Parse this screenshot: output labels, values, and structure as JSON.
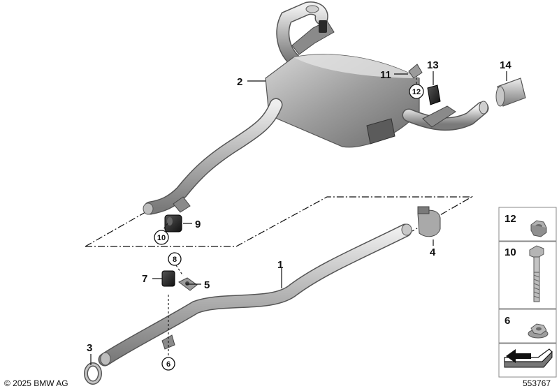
{
  "callouts": {
    "p1": "1",
    "p2": "2",
    "p3": "3",
    "p4": "4",
    "p5": "5",
    "p6": "6",
    "p7": "7",
    "p8": "8",
    "p9": "9",
    "p10": "10",
    "p11": "11",
    "p12": "12",
    "p13": "13",
    "p14": "14"
  },
  "legend": {
    "items": [
      {
        "number": "12",
        "part": "hex-nut-icon"
      },
      {
        "number": "10",
        "part": "hex-bolt-icon"
      },
      {
        "number": "6",
        "part": "flange-nut-icon"
      }
    ],
    "view_direction_icon": "arrow-symbol-icon"
  },
  "footer": {
    "copyright": "© 2025 BMW AG",
    "diagram_number": "553767"
  },
  "colors": {
    "metal_light": "#d8d8d8",
    "metal_mid": "#a8a8a8",
    "metal_dark": "#6e6e6e",
    "rubber": "#2a2a2a",
    "line": "#111111"
  }
}
